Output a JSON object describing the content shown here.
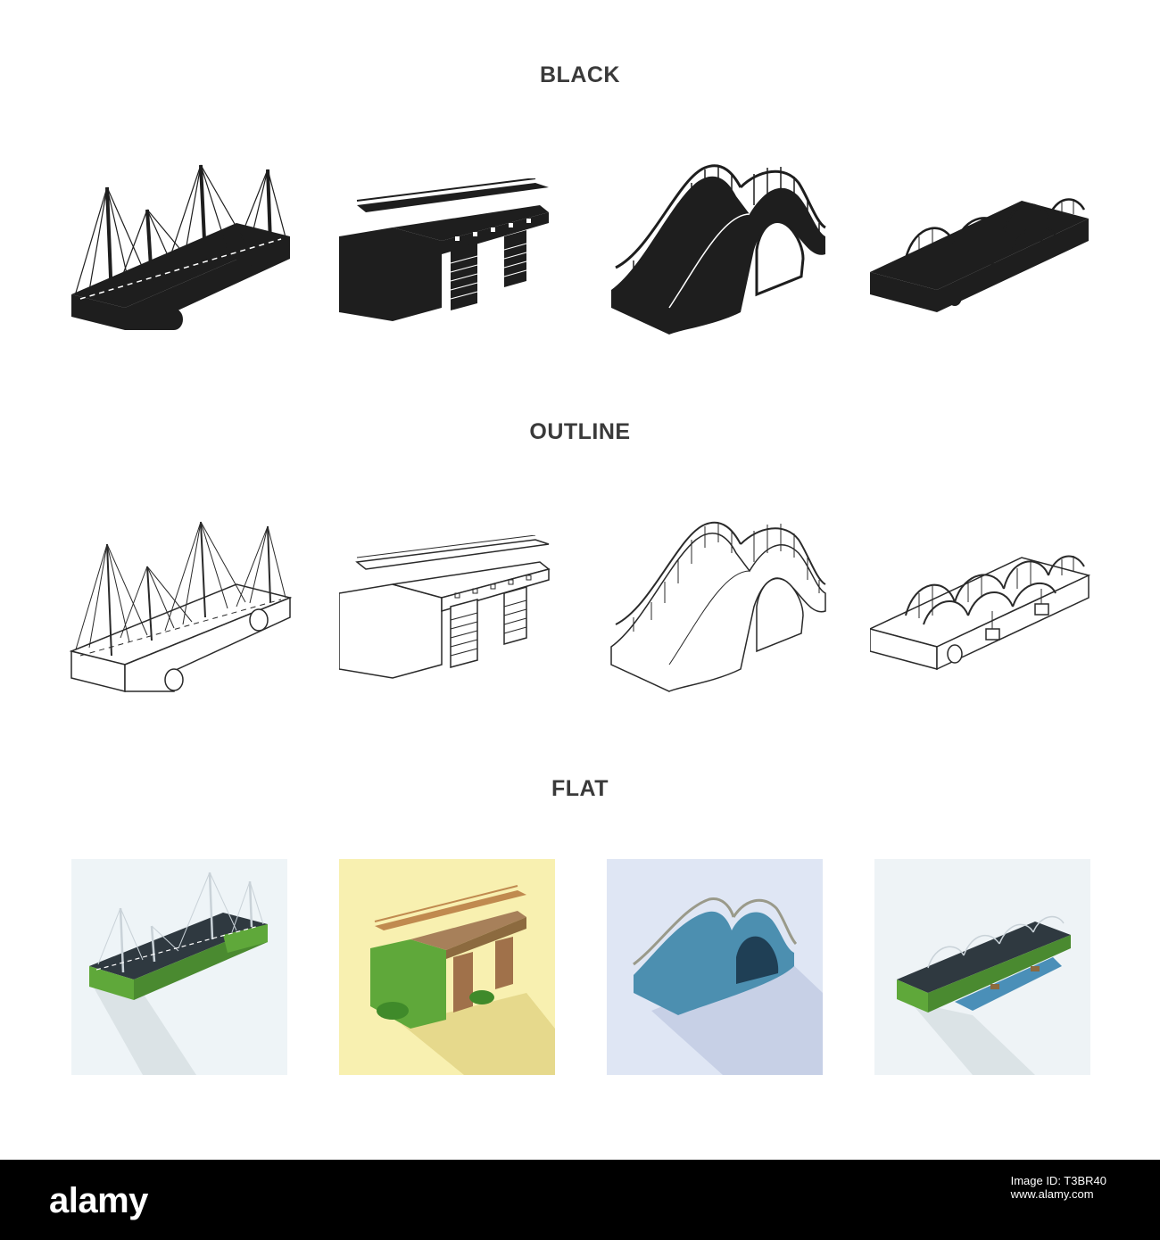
{
  "sections": {
    "black": "BLACK",
    "outline": "OUTLINE",
    "flat": "FLAT"
  },
  "icons": {
    "row1": [
      "cable-stayed-bridge-icon",
      "viaduct-bridge-icon",
      "arched-stone-bridge-icon",
      "multi-arch-truss-bridge-icon"
    ],
    "row2": [
      "cable-stayed-bridge-icon",
      "viaduct-bridge-icon",
      "arched-stone-bridge-icon",
      "multi-arch-truss-bridge-icon"
    ],
    "row3": [
      "cable-stayed-bridge-icon",
      "viaduct-bridge-icon",
      "arched-stone-bridge-icon",
      "multi-arch-truss-bridge-icon"
    ]
  },
  "colors": {
    "black_fill": "#1e1e1e",
    "flat_bg_1": "#eef4f7",
    "flat_bg_2": "#f8f0b0",
    "flat_bg_3": "#dfe6f4",
    "flat_bg_4": "#eef3f6",
    "grass": "#5fa83a",
    "road": "#2f3940",
    "water": "#4a8fb8"
  },
  "footer": {
    "logo": "alamy",
    "image_id_label": "Image ID: T3BR40",
    "image_id": "T3BR40",
    "url": "www.alamy.com"
  }
}
